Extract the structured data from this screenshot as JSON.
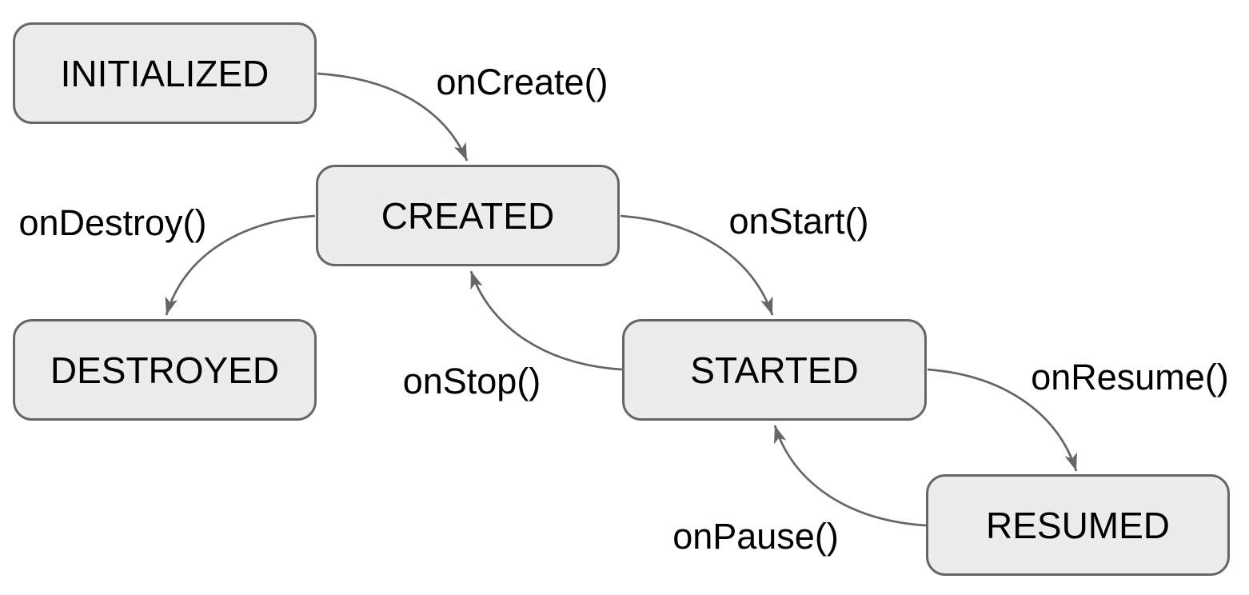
{
  "diagram": {
    "type": "state-diagram",
    "nodes": [
      {
        "id": "initialized",
        "label": "INITIALIZED"
      },
      {
        "id": "created",
        "label": "CREATED"
      },
      {
        "id": "started",
        "label": "STARTED"
      },
      {
        "id": "resumed",
        "label": "RESUMED"
      },
      {
        "id": "destroyed",
        "label": "DESTROYED"
      }
    ],
    "edges": [
      {
        "from": "INITIALIZED",
        "to": "CREATED",
        "label": "onCreate()"
      },
      {
        "from": "CREATED",
        "to": "STARTED",
        "label": "onStart()"
      },
      {
        "from": "STARTED",
        "to": "RESUMED",
        "label": "onResume()"
      },
      {
        "from": "RESUMED",
        "to": "STARTED",
        "label": "onPause()"
      },
      {
        "from": "STARTED",
        "to": "CREATED",
        "label": "onStop()"
      },
      {
        "from": "CREATED",
        "to": "DESTROYED",
        "label": "onDestroy()"
      }
    ],
    "colors": {
      "background": "#ffffff",
      "node_fill": "#ececec",
      "node_border": "#666666",
      "edge": "#666666",
      "text": "#000000"
    }
  }
}
